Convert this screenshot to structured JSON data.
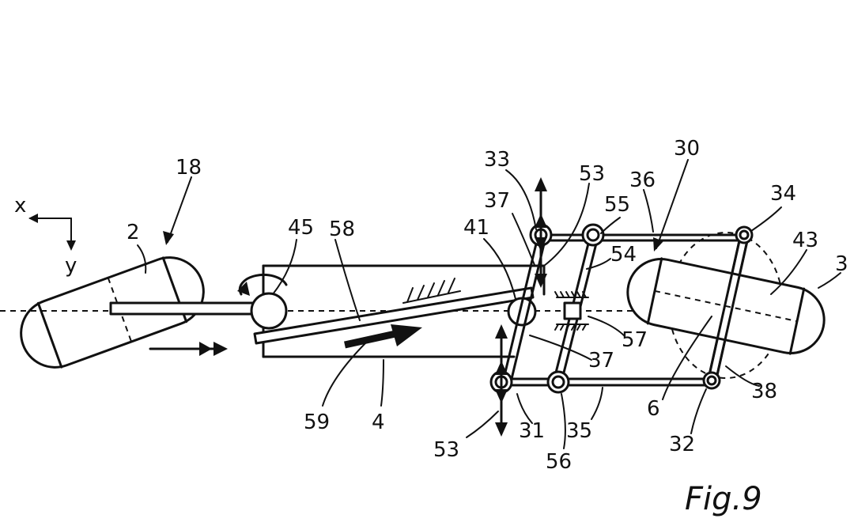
{
  "figure": {
    "caption": "Fig.9"
  },
  "axes": {
    "x": "x",
    "y": "y"
  },
  "labels": {
    "l2": "2",
    "l3": "3",
    "l4": "4",
    "l6": "6",
    "l18": "18",
    "l30": "30",
    "l31": "31",
    "l32": "32",
    "l33": "33",
    "l34": "34",
    "l35": "35",
    "l36": "36",
    "l37a": "37",
    "l37b": "37",
    "l38": "38",
    "l41": "41",
    "l43": "43",
    "l45": "45",
    "l53a": "53",
    "l53b": "53",
    "l54": "54",
    "l55": "55",
    "l56": "56",
    "l57": "57",
    "l58": "58",
    "l59": "59"
  }
}
